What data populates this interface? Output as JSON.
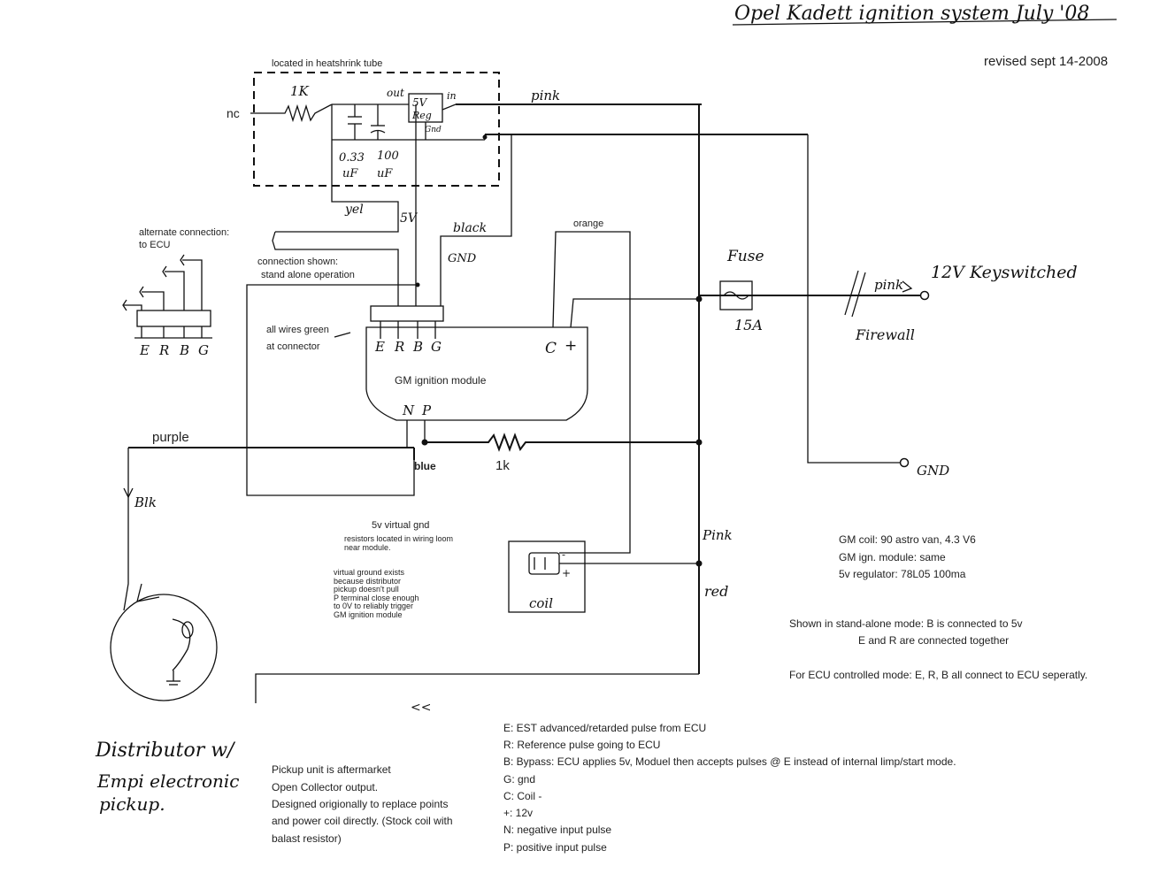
{
  "title": "Opel Kadett ignition system July '08",
  "revised": "revised sept 14-2008",
  "heatshrink_label": "located in heatshrink tube",
  "nc_label": "nc",
  "resistor_1k_top": "1K",
  "reg_out": "out",
  "reg_in": "in",
  "reg_5v": "5V",
  "reg_label": "Reg",
  "reg_gnd": "Gnd",
  "cap1_value": "0.33",
  "cap1_unit": "uF",
  "cap2_value": "100",
  "cap2_unit": "uF",
  "wire_pink_top": "pink",
  "wire_yel": "yel",
  "wire_5v": "5V",
  "wire_black": "black",
  "wire_gnd_label": "GND",
  "wire_orange": "orange",
  "alt_conn_line1": "alternate connection:",
  "alt_conn_line2": "to ECU",
  "conn_shown_line1": "connection shown:",
  "conn_shown_line2": "stand alone operation",
  "all_wires_line1": "all wires green",
  "all_wires_line2": "at connector",
  "pins": [
    "E",
    "R",
    "B",
    "G"
  ],
  "module_c": "C",
  "module_plus": "+",
  "module_label": "GM ignition module",
  "module_n": "N",
  "module_p": "P",
  "fuse_label": "Fuse",
  "fuse_rating": "15A",
  "pink_12v": "pink",
  "keyswitched": "12V Keyswitched",
  "firewall": "Firewall",
  "gnd_right": "GND",
  "purple": "purple",
  "blue": "blue",
  "resistor_1k": "1k",
  "blk": "Blk",
  "virtual_gnd": "5v virtual gnd",
  "resistors_note": [
    "resistors located in wiring loom",
    "near module."
  ],
  "virtual_note": [
    "virtual ground exists",
    "because distributor",
    "pickup doesn't pull",
    "P terminal close enough",
    "to 0V to reliably trigger",
    "GM ignition module"
  ],
  "coil_label": "coil",
  "coil_minus": "-",
  "coil_plus": "+",
  "wire_pink_right": "Pink",
  "wire_red": "red",
  "specs": [
    "GM coil: 90 astro van, 4.3 V6",
    "GM ign. module: same",
    "5v regulator: 78L05 100ma"
  ],
  "standalone": [
    "Shown in stand-alone mode: B is connected to 5v",
    "E and R are connected together"
  ],
  "ecu_mode": "For ECU controlled mode: E, R, B all connect to ECU seperatly.",
  "arrow_mark": "<<",
  "distributor": [
    "Distributor w/",
    "Empi electronic",
    "pickup."
  ],
  "pickup_note": [
    "Pickup unit is aftermarket",
    "Open Collector output.",
    "Designed origionally to replace points",
    "and power coil directly.  (Stock coil with",
    "balast resistor)"
  ],
  "legend": [
    "E: EST advanced/retarded pulse from ECU",
    "R: Reference pulse going to ECU",
    "B: Bypass: ECU applies 5v, Moduel then accepts pulses @ E instead of internal limp/start mode.",
    "G: gnd",
    "C: Coil -",
    "+: 12v",
    "N: negative input pulse",
    "P: positive input pulse"
  ]
}
